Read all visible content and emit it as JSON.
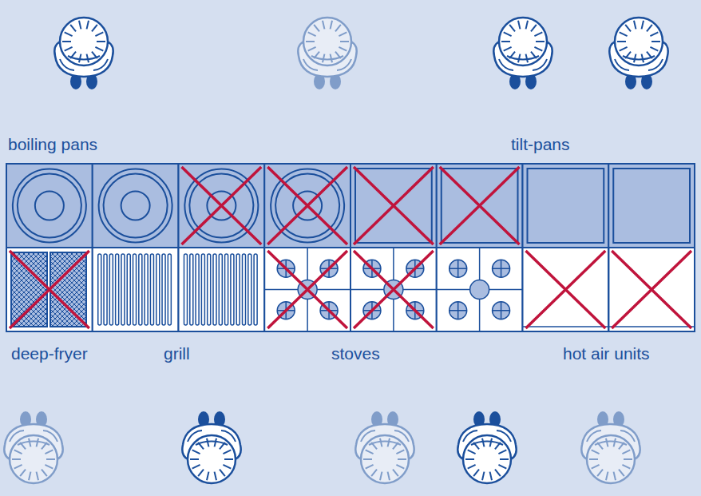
{
  "diagram": {
    "labels": [
      "boiling pans",
      "tilt-pans",
      "deep-fryer",
      "grill",
      "stoves",
      "hot air units"
    ]
  }
}
